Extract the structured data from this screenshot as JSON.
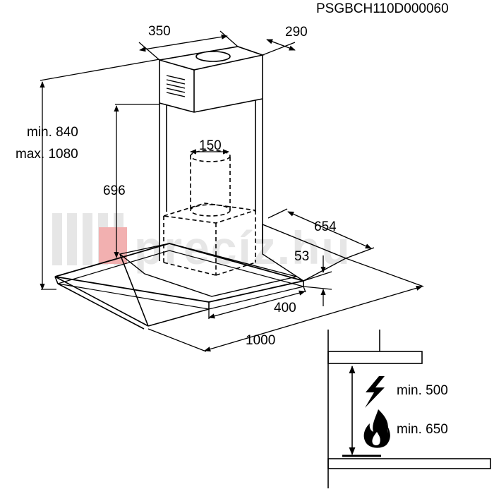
{
  "model_code": "PSGBCH110D000060",
  "watermark": {
    "text": "precíz.hu",
    "accent_color": "#f2b0b0",
    "color": "#e6e6e6"
  },
  "dimensions": {
    "chimney_width": "350",
    "chimney_depth": "290",
    "height_min": "min. 840",
    "height_max": "max. 1080",
    "inner_height": "696",
    "duct_diameter": "150",
    "canopy_depth": "654",
    "glass_thickness": "53",
    "body_width": "400",
    "total_width": "1000"
  },
  "clearance": {
    "electric_label": "min. 500",
    "gas_label": "min. 650",
    "electric_icon": "lightning-icon",
    "gas_icon": "flame-icon"
  },
  "colors": {
    "line": "#000000",
    "background": "#ffffff"
  }
}
